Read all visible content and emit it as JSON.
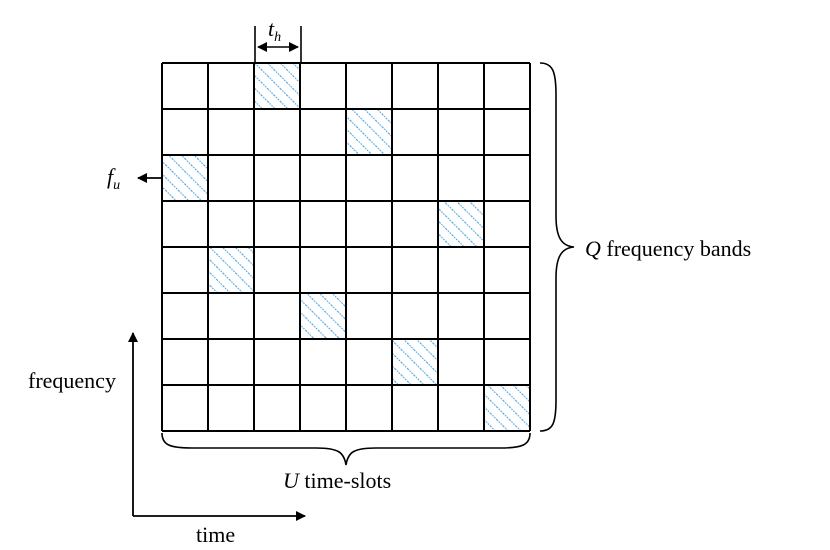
{
  "grid": {
    "rows": 8,
    "cols": 8,
    "hatched_cells": [
      {
        "row": 0,
        "col": 2
      },
      {
        "row": 1,
        "col": 4
      },
      {
        "row": 2,
        "col": 0
      },
      {
        "row": 3,
        "col": 6
      },
      {
        "row": 4,
        "col": 1
      },
      {
        "row": 5,
        "col": 3
      },
      {
        "row": 6,
        "col": 5
      },
      {
        "row": 7,
        "col": 7
      }
    ]
  },
  "labels": {
    "th_main": "t",
    "th_sub": "h",
    "fu_main": "f",
    "fu_sub": "u",
    "q_italic": "Q",
    "q_rest": " frequency bands",
    "u_italic": "U",
    "u_rest": " time-slots",
    "frequency_axis": "frequency",
    "time_axis": "time"
  },
  "colors": {
    "line": "#000000",
    "hatch": "#4aa3df"
  }
}
